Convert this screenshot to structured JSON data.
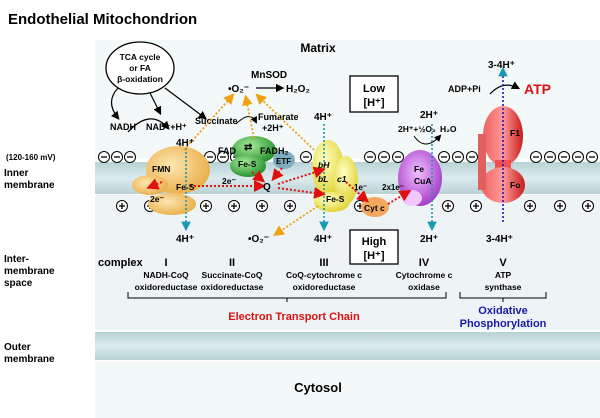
{
  "title": "Endothelial Mitochondrion",
  "regions": {
    "matrix": "Matrix",
    "inner_membrane": [
      "Inner",
      "membrane"
    ],
    "intermembrane_space": [
      "Inter-",
      "membrane",
      "space"
    ],
    "outer_membrane": [
      "Outer",
      "membrane"
    ],
    "cytosol": "Cytosol"
  },
  "membrane_potential": "(120-160 mV)",
  "tca_bubble": [
    "TCA cycle",
    "or FA",
    "β-oxidation"
  ],
  "matrix_labels": {
    "nadh": "NADH",
    "nad": "NAD⁺+H⁺",
    "succinate": "Succinate",
    "fumarate": [
      "Fumarate",
      "+2H⁺"
    ],
    "fad": "FAD",
    "fadh2": "FADH₂",
    "mnsod": "MnSOD",
    "superoxide_matrix": "•O₂⁻",
    "h2o2": "H₂O₂",
    "o2_reaction": "2H⁺+½O₂",
    "h2o": "H₂O",
    "adp": "ADP+Pi",
    "atp": "ATP"
  },
  "gradient": {
    "low": [
      "Low",
      "[H⁺]"
    ],
    "high": [
      "High",
      "[H⁺]"
    ]
  },
  "proton_labels": {
    "c1_matrix": "4H⁺",
    "c3_matrix": "4H⁺",
    "c4_matrix": "2H⁺",
    "c5_matrix": "3-4H⁺",
    "c1_ims": "4H⁺",
    "c3_ims": "4H⁺",
    "c4_ims": "2H⁺",
    "c5_ims": "3-4H⁺"
  },
  "membrane_labels": {
    "fmn": "FMN",
    "e1": "2e⁻",
    "fes1": "Fe-S",
    "e2": "2e⁻",
    "fes2": "Fe-S",
    "etf": "ETF",
    "q": "Q",
    "bh": "bH",
    "bl": "bL",
    "c1": "c1",
    "fes3": "Fe-S",
    "e3": "1e⁻",
    "e4": "2x1e⁻",
    "cytc": "Cyt c",
    "fe": "Fe",
    "cua": "CuA",
    "f1": "F1",
    "fo": "Fo",
    "superoxide_ims": "•O₂⁻"
  },
  "complex_heading": "complex",
  "complexes": [
    {
      "numeral": "I",
      "name": [
        "NADH-CoQ",
        "oxidoreductase"
      ]
    },
    {
      "numeral": "II",
      "name": [
        "Succinate-CoQ",
        "oxidoreductase"
      ]
    },
    {
      "numeral": "III",
      "name": [
        "CoQ-cytochrome c",
        "oxidoreductase"
      ]
    },
    {
      "numeral": "IV",
      "name": [
        "Cytochrome c",
        "oxidase"
      ]
    },
    {
      "numeral": "V",
      "name": [
        "ATP",
        "synthase"
      ]
    }
  ],
  "etc_label": "Electron Transport Chain",
  "oxphos_label": [
    "Oxidative",
    "Phosphorylation"
  ],
  "colors": {
    "membrane": "#c9dee0",
    "space": "#eef4f5",
    "complex_I": "#f2c470",
    "complex_II": "#3fb03f",
    "complex_III": "#e8e85a",
    "complex_IV": "#b04ad0",
    "complex_V": "#e83030",
    "electron_path": "#e01010",
    "ros_path": "#f0a010",
    "proton_path": "#1a9ab0",
    "etc_text": "#dd1111",
    "oxphos_text": "#1a1aa8"
  }
}
